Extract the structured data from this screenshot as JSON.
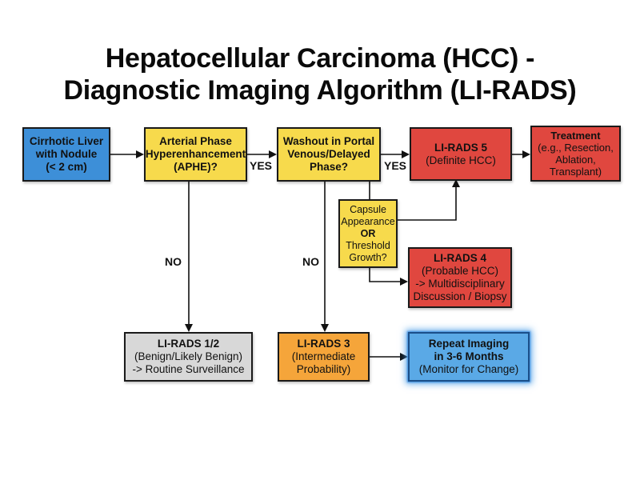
{
  "title": {
    "line1": "Hepatocellular Carcinoma (HCC) -",
    "line2": "Diagnostic Imaging Algorithm (LI-RADS)"
  },
  "nodes": {
    "cirrhotic": {
      "lines": [
        "Cirrhotic Liver",
        "with Nodule",
        "(< 2 cm)"
      ]
    },
    "aphe": {
      "lines": [
        "Arterial Phase",
        "Hyperenhancement",
        "(APHE)?"
      ]
    },
    "washout": {
      "lines": [
        "Washout in Portal",
        "Venous/Delayed",
        "Phase?"
      ]
    },
    "lirads5": {
      "lines": [
        "LI-RADS 5",
        "(Definite HCC)"
      ]
    },
    "treatment": {
      "lines": [
        "Treatment",
        "(e.g., Resection,",
        "Ablation,",
        "Transplant)"
      ]
    },
    "capsule": {
      "lines": [
        "Capsule",
        "Appearance",
        "OR",
        "Threshold",
        "Growth?"
      ]
    },
    "lirads4": {
      "lines": [
        "LI-RADS 4",
        "(Probable HCC)",
        "-> Multidisciplinary",
        "Discussion / Biopsy"
      ]
    },
    "lirads12": {
      "lines": [
        "LI-RADS 1/2",
        "(Benign/Likely Benign)",
        "-> Routine Surveillance"
      ]
    },
    "lirads3": {
      "lines": [
        "LI-RADS 3",
        "(Intermediate",
        "Probability)"
      ]
    },
    "repeat": {
      "lines": [
        "Repeat Imaging",
        "in 3-6 Months",
        "(Monitor for Change)"
      ]
    }
  },
  "edge_labels": {
    "yes1": "YES",
    "yes2": "YES",
    "no1": "NO",
    "no2": "NO"
  },
  "colors": {
    "start_blue": "#3d8fd8",
    "decision_yellow": "#f7da4c",
    "high_risk_red": "#e0473f",
    "benign_gray": "#d8d8d8",
    "intermediate_orange": "#f5a53a",
    "followup_blue": "#5aa9e6"
  }
}
